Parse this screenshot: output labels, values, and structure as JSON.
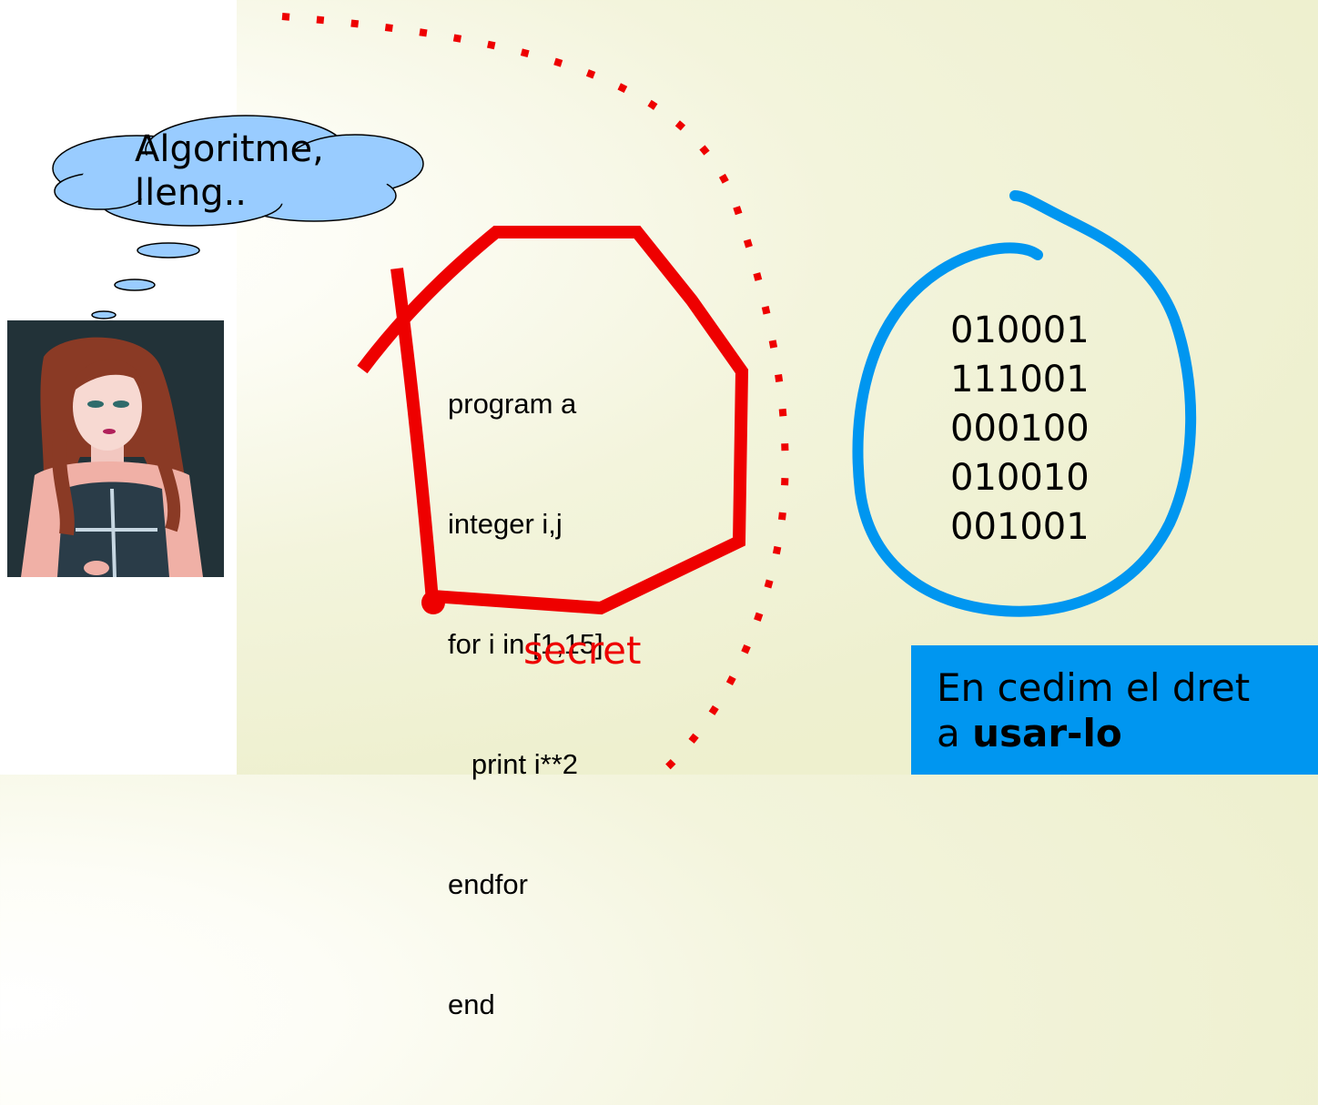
{
  "thought": {
    "line1": "Algoritme,",
    "line2": "lleng.."
  },
  "code": {
    "lines": [
      "program a",
      "integer i,j",
      "for i in [1,15]",
      "   print i**2",
      "endfor",
      "end"
    ]
  },
  "secret_label": "secret",
  "binary": {
    "lines": [
      "010001",
      "111001",
      "000100",
      "010010",
      "001001"
    ]
  },
  "rights": {
    "line1": "En cedim el dret",
    "line2_prefix": "a ",
    "line2_bold": "usar-lo"
  },
  "colors": {
    "red": "#ee0000",
    "blue": "#0096f0",
    "cloud": "#99ccff"
  }
}
